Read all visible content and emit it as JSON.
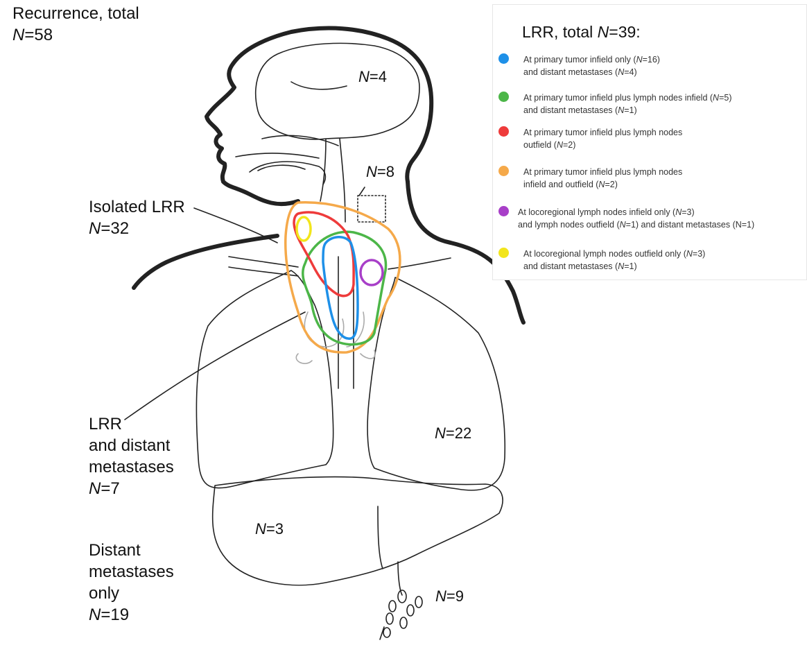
{
  "labels": {
    "recurrence": {
      "line1": "Recurrence, total",
      "line2_n": "N",
      "line2_val": "=58"
    },
    "isolated": {
      "line1": "Isolated LRR",
      "n": "N",
      "val": "=32"
    },
    "lrr_distant": {
      "line1": "LRR",
      "line2": "and distant",
      "line3": "metastases",
      "n": "N",
      "val": "=7"
    },
    "distant_only": {
      "line1": "Distant",
      "line2": "metastases",
      "line3": "only",
      "n": "N",
      "val": "=19"
    }
  },
  "organ_counts": {
    "brain": {
      "n": "N",
      "val": "=4"
    },
    "spine": {
      "n": "N",
      "val": "=8"
    },
    "lung": {
      "n": "N",
      "val": "=22"
    },
    "liver": {
      "n": "N",
      "val": "=3"
    },
    "lymph": {
      "n": "N",
      "val": "=9"
    }
  },
  "legend": {
    "title_pre": "LRR, total ",
    "title_n": "N",
    "title_post": "=39:",
    "items": [
      {
        "color": "#1e90e8",
        "line1_a": "At primary tumor infield only (",
        "line1_n": "N",
        "line1_b": "=16)",
        "line2_a": "and distant metastases (",
        "line2_n": "N",
        "line2_b": "=4)"
      },
      {
        "color": "#4cb648",
        "line1_a": "At primary tumor infield plus lymph nodes infield (",
        "line1_n": "N",
        "line1_b": "=5)",
        "line2_a": "and distant metastases (",
        "line2_n": "N",
        "line2_b": "=1)"
      },
      {
        "color": "#ee3b3b",
        "line1_a": "At primary tumor infield plus lymph nodes",
        "line1_n": "",
        "line1_b": "",
        "line2_a": "outfield (",
        "line2_n": "N",
        "line2_b": "=2)"
      },
      {
        "color": "#f5a94a",
        "line1_a": "At primary tumor infield plus lymph nodes",
        "line1_n": "",
        "line1_b": "",
        "line2_a": "infield and outfield (",
        "line2_n": "N",
        "line2_b": "=2)"
      },
      {
        "color": "#a83fc8",
        "line1_a": "At locoregional lymph nodes infield only (",
        "line1_n": "N",
        "line1_b": "=3)",
        "line2_a": "and lymph nodes outfield (",
        "line2_n": "N",
        "line2_b": "=1) and distant metastases (N=1)"
      },
      {
        "color": "#f2e51c",
        "line1_a": "At locoregional lymph nodes outfield only (",
        "line1_n": "N",
        "line1_b": "=3)",
        "line2_a": "and distant metastases (",
        "line2_n": "N",
        "line2_b": "=1)"
      }
    ]
  }
}
